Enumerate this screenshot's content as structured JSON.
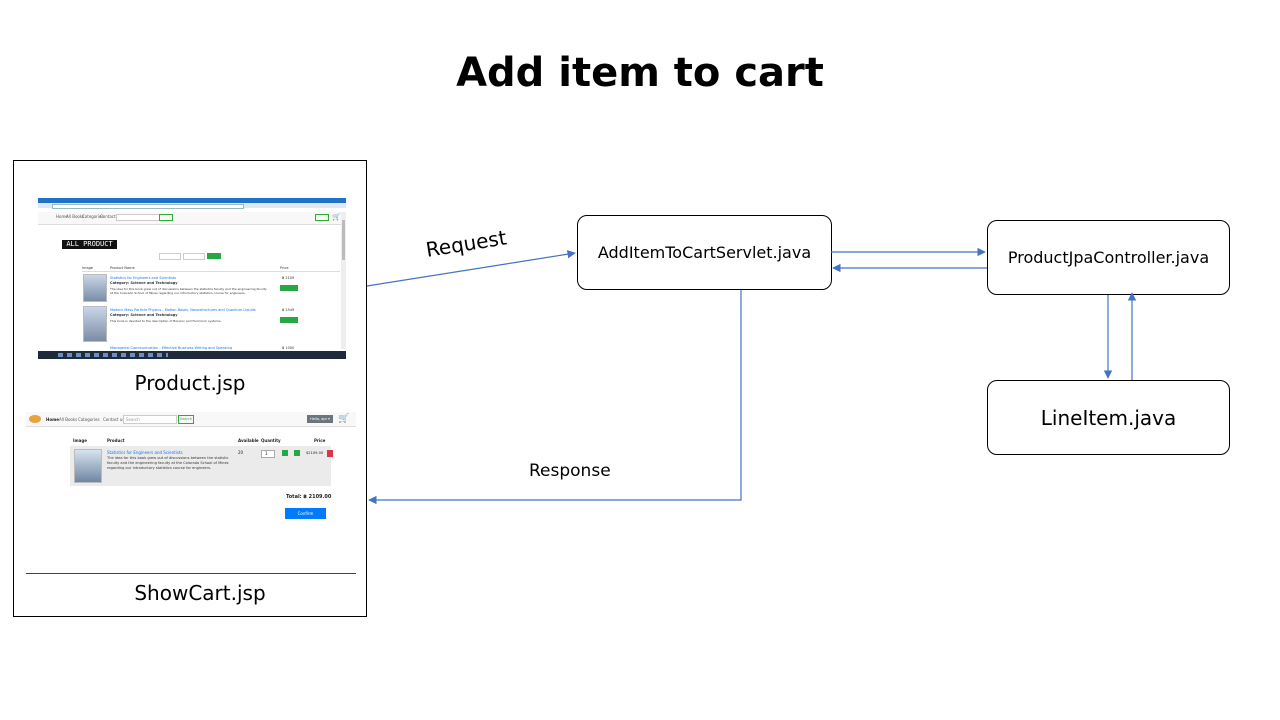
{
  "title": "Add item to cart",
  "captions": {
    "product": "Product.jsp",
    "showcart": "ShowCart.jsp"
  },
  "boxes": {
    "servlet": "AddItemToCartServlet.java",
    "controller": "ProductJpaController.java",
    "lineitem": "LineItem.java"
  },
  "arrows": {
    "request": "Request",
    "response": "Response"
  },
  "colors": {
    "arrow": "#4472c4",
    "border": "#000000"
  },
  "product_screenshot": {
    "nav": [
      "Home",
      "All Books",
      "Categories",
      "Contact us"
    ],
    "search_placeholder": "Search",
    "search_button": "Search",
    "login_button": "Login",
    "heading": "ALL PRODUCT",
    "columns": [
      "Image",
      "Product Name",
      "Price"
    ],
    "items": [
      {
        "name": "Statistics for Engineers and Scientists",
        "category": "Category: Science and Technology",
        "desc": "The idea for this book grew out of discussions between the statistics faculty and the engineering faculty at the Colorado School of Mines regarding our introductory statistics course for engineers.",
        "price": "฿ 2109",
        "button": "Add to cart"
      },
      {
        "name": "Modern Mass Particle Physics - Motion Bases, Nanostructures and Quantum Liquids",
        "category": "Category: Science and Technology",
        "desc": "This book is devoted to the description of Bosonic and Fermionic systems.",
        "price": "฿ 2549",
        "button": "Add to cart"
      },
      {
        "name": "Managerial Communication - Effective Business Writing and Speaking",
        "category": "",
        "desc": "",
        "price": "฿ 1000",
        "button": ""
      }
    ]
  },
  "cart_screenshot": {
    "nav": [
      "Home",
      "All Books",
      "Categories",
      "Contact us"
    ],
    "search_placeholder": "Search",
    "search_button": "Search",
    "user_button": "Hello, apr ▾",
    "columns": [
      "Image",
      "Product",
      "Available",
      "Quantity",
      "Price"
    ],
    "item": {
      "name": "Statistics for Engineers and Scientists",
      "desc": "The idea for this book grew out of discussions between the statistic faculty and the engineering faculty at the Colorado School of Mines regarding our introductory statistics course for engineers.",
      "available": "20",
      "quantity": "1",
      "price": "$2109.00"
    },
    "total": "Total: ฿ 2109.00",
    "confirm": "Confirm"
  }
}
